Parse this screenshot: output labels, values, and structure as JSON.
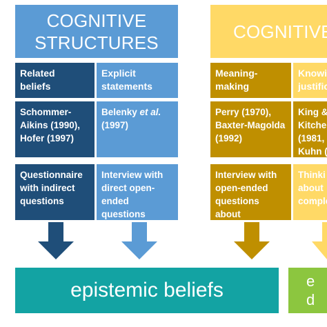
{
  "colors": {
    "blue_header": "#5b9bd5",
    "blue_dark": "#1f4e79",
    "blue_mid": "#5b9bd5",
    "gold_header": "#ffd966",
    "gold_dark": "#bf8f00",
    "teal": "#13a3a3",
    "green": "#8cc63f"
  },
  "left_panel": {
    "header": "COGNITIVE\nSTRUCTURES",
    "col1": {
      "title": "Related\nbeliefs",
      "refs": "Schommer-\nAikins (1990),\nHofer (1997)",
      "method": "Questionnaire\nwith indirect\nquestions"
    },
    "col2": {
      "title": "Explicit\nstatements",
      "refs_prefix": "Belenky ",
      "refs_italic": "et al.",
      "refs_suffix": "\n(1997)",
      "method": "Interview with\ndirect open-\nended\nquestions"
    }
  },
  "right_panel": {
    "header": "COGNITIVE",
    "col1": {
      "title": "Meaning-\nmaking",
      "refs": "Perry (1970),\nBaxter-Magolda\n(1992)",
      "method": "Interview with\nopen-ended\nquestions about\nlife decisions"
    },
    "col2": {
      "title": "Knowi\njustific",
      "refs": "King &\nKitche\n(1981,\nKuhn (",
      "method": "Thinki\nabout\ncomple"
    }
  },
  "bottom_left": "epistemic beliefs",
  "bottom_right": "e\nd"
}
